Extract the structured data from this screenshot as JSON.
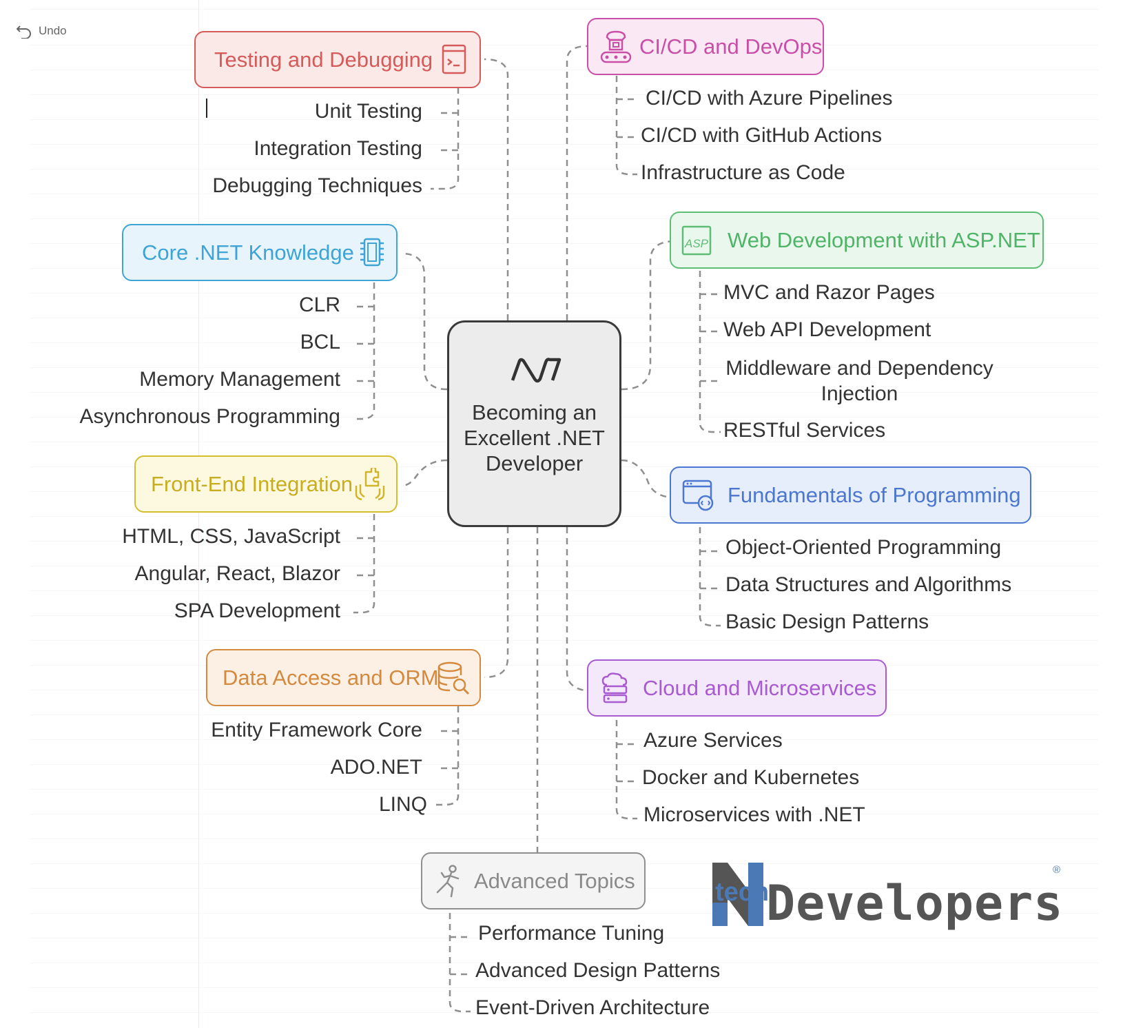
{
  "toolbar": {
    "undo_label": "Undo"
  },
  "center": {
    "title": "Becoming an Excellent .NET Developer",
    "icon": "dotnet-logo-icon"
  },
  "branches": {
    "testing": {
      "title": "Testing and Debugging",
      "color": "#d55a5a",
      "fill": "#fbe9e7",
      "icon": "terminal-icon",
      "items": [
        "Unit Testing",
        "Integration Testing",
        "Debugging Techniques"
      ]
    },
    "core": {
      "title": "Core .NET Knowledge",
      "color": "#3ea4d6",
      "fill": "#e7f4fb",
      "icon": "chip-icon",
      "items": [
        "CLR",
        "BCL",
        "Memory Management",
        "Asynchronous Programming"
      ]
    },
    "frontend": {
      "title": "Front-End Integration",
      "color": "#cfb52a",
      "fill": "#fdf9e0",
      "icon": "puzzle-hands-icon",
      "items": [
        "HTML, CSS, JavaScript",
        "Angular, React, Blazor",
        "SPA Development"
      ]
    },
    "data": {
      "title": "Data Access and ORM",
      "color": "#d48a3e",
      "fill": "#fcefe3",
      "icon": "database-search-icon",
      "items": [
        "Entity Framework Core",
        "ADO.NET",
        "LINQ"
      ]
    },
    "cicd": {
      "title": "CI/CD and DevOps",
      "color": "#c94fa6",
      "fill": "#fae8f5",
      "icon": "conveyor-robot-icon",
      "items": [
        "CI/CD with Azure Pipelines",
        "CI/CD with GitHub Actions",
        "Infrastructure as Code"
      ]
    },
    "web": {
      "title": "Web Development with ASP.NET",
      "color": "#5dbd74",
      "fill": "#eaf7ed",
      "icon": "asp-icon",
      "icon_text": "ASP",
      "items": [
        "MVC and Razor Pages",
        "Web API Development",
        "Middleware and Dependency Injection",
        "RESTful Services"
      ]
    },
    "fundamentals": {
      "title": "Fundamentals of Programming",
      "color": "#4b77d1",
      "fill": "#e7eefb",
      "icon": "browser-code-icon",
      "items": [
        "Object-Oriented Programming",
        "Data Structures and Algorithms",
        "Basic Design Patterns"
      ]
    },
    "cloud": {
      "title": "Cloud and Microservices",
      "color": "#a85ad1",
      "fill": "#f4e9fb",
      "icon": "cloud-server-icon",
      "items": [
        "Azure Services",
        "Docker and Kubernetes",
        "Microservices with .NET"
      ]
    },
    "advanced": {
      "title": "Advanced Topics",
      "color": "#8f8f8f",
      "fill": "#f4f4f4",
      "icon": "climbing-person-icon",
      "items": [
        "Performance Tuning",
        "Advanced Design Patterns",
        "Event-Driven Architecture"
      ]
    }
  },
  "brand": {
    "prefix": "tech",
    "name": "Developers",
    "mark": "®",
    "colors": {
      "blue": "#4a79b6",
      "gray": "#555555"
    }
  }
}
